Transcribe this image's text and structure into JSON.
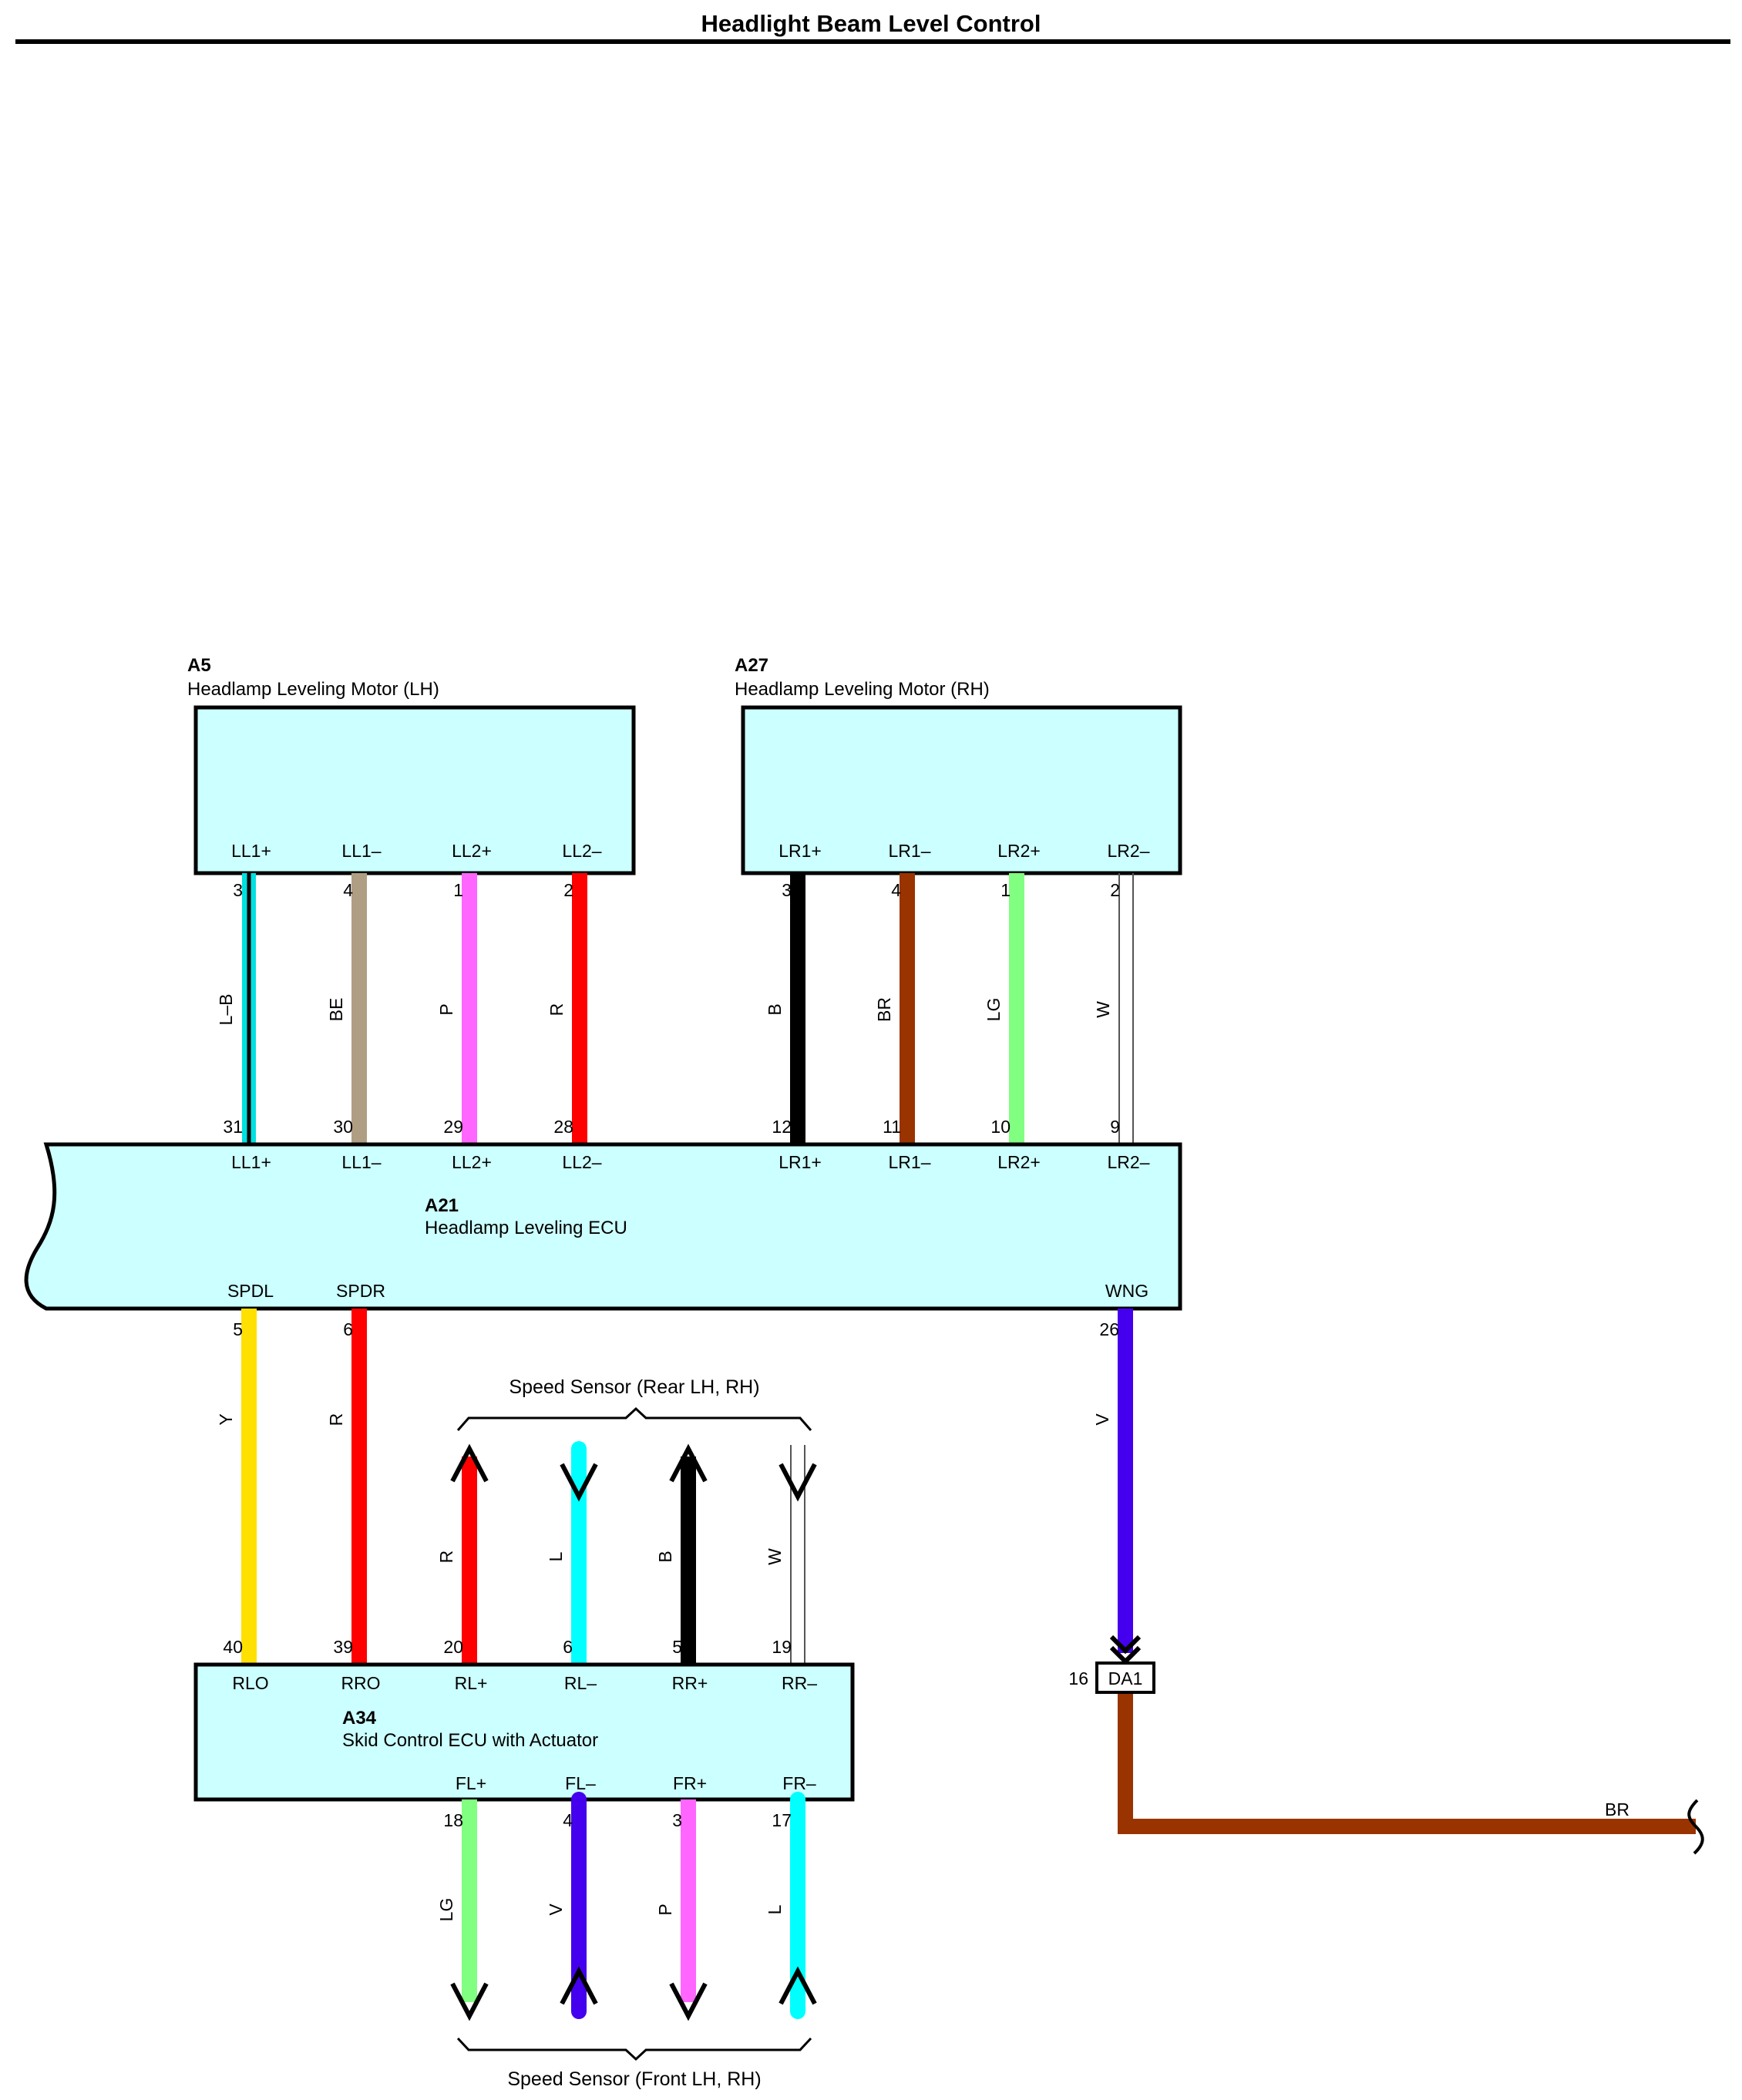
{
  "title": "Headlight Beam Level Control",
  "components": {
    "a5": {
      "id": "A5",
      "name": "Headlamp Leveling Motor (LH)"
    },
    "a27": {
      "id": "A27",
      "name": "Headlamp Leveling Motor (RH)"
    },
    "a21": {
      "id": "A21",
      "name": "Headlamp Leveling ECU"
    },
    "a34": {
      "id": "A34",
      "name": "Skid Control ECU with Actuator"
    }
  },
  "pins": {
    "a5": [
      "LL1+",
      "LL1–",
      "LL2+",
      "LL2–"
    ],
    "a27": [
      "LR1+",
      "LR1–",
      "LR2+",
      "LR2–"
    ],
    "a21_top": [
      "LL1+",
      "LL1–",
      "LL2+",
      "LL2–",
      "LR1+",
      "LR1–",
      "LR2+",
      "LR2–"
    ],
    "a21_bottom": [
      "SPDL",
      "SPDR",
      "WNG"
    ],
    "a34_top": [
      "RLO",
      "RRO",
      "RL+",
      "RL–",
      "RR+",
      "RR–"
    ],
    "a34_bottom": [
      "FL+",
      "FL–",
      "FR+",
      "FR–"
    ]
  },
  "pin_numbers": {
    "a5": [
      "3",
      "4",
      "1",
      "2"
    ],
    "a27": [
      "3",
      "4",
      "1",
      "2"
    ],
    "a21_top": [
      "31",
      "30",
      "29",
      "28",
      "12",
      "11",
      "10",
      "9"
    ],
    "a21_bottom": [
      "5",
      "6",
      "26"
    ],
    "a34_top": [
      "40",
      "39",
      "20",
      "6",
      "5",
      "19"
    ],
    "a34_bottom": [
      "18",
      "4",
      "3",
      "17"
    ]
  },
  "wire_colors": {
    "upper": [
      "L–B",
      "BE",
      "P",
      "R",
      "B",
      "BR",
      "LG",
      "W"
    ],
    "lower": [
      "Y",
      "R",
      "R",
      "L",
      "B",
      "W",
      "V"
    ],
    "front": [
      "LG",
      "V",
      "P",
      "L"
    ],
    "da1_output": "BR"
  },
  "connector": {
    "id": "DA1",
    "pin": "16"
  },
  "brace_labels": {
    "rear": "Speed Sensor (Rear LH,  RH)",
    "front": "Speed Sensor (Front LH,  RH)"
  },
  "colors": {
    "component_fill": "#ccffff",
    "L-B": "#00e0e0",
    "BE": "#b09e84",
    "P": "#ff66ff",
    "R": "#ff0000",
    "B": "#000000",
    "BR": "#993300",
    "LG": "#80ff80",
    "W": "#ffffff",
    "Y": "#ffe000",
    "L": "#00ffff",
    "V": "#4400ee"
  }
}
